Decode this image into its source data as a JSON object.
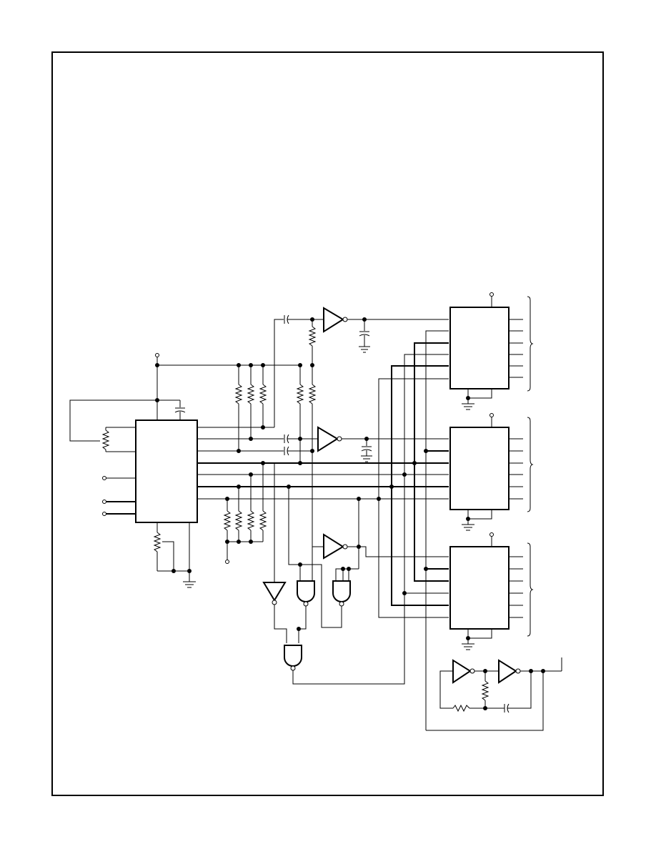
{
  "figure": {
    "caption": "",
    "line_color": "#000000",
    "background": "#ffffff"
  },
  "components": {
    "ic_count": 4,
    "inverter_count": 6,
    "and_gate_count": 3
  }
}
